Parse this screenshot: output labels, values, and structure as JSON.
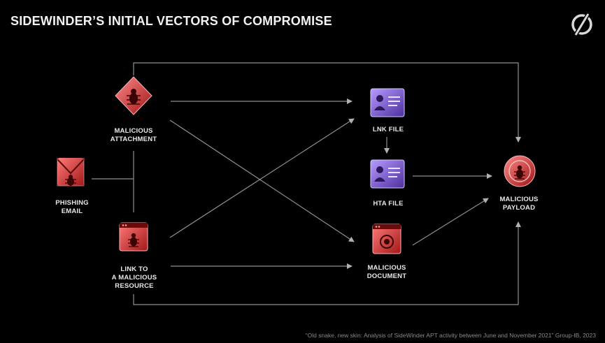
{
  "title": "SIDEWINDER’S INITIAL VECTORS OF COMPROMISE",
  "nodes": {
    "phishing": "PHISHING\nEMAIL",
    "attachment": "MALICIOUS\nATTACHMENT",
    "link": "LINK TO\nA MALICIOUS\nRESOURCE",
    "lnk": "LNK FILE",
    "hta": "HTA FILE",
    "document": "MALICIOUS\nDOCUMENT",
    "payload": "MALICIOUS\nPAYLOAD"
  },
  "colors": {
    "red": "#e03c3c",
    "purple": "#8b6ad6",
    "line": "#9a9a9a"
  },
  "icons": {
    "phishing": "envelope-bug-icon",
    "attachment": "diamond-bug-icon",
    "link": "browser-bug-icon",
    "lnk": "id-card-icon",
    "hta": "id-card-icon",
    "document": "document-bug-icon",
    "payload": "circle-bug-icon",
    "logo": "brand-logo-icon"
  },
  "caption": "“Old snake, new skin: Analysis of SideWinder APT activity between June and November 2021” Group-IB, 2023"
}
